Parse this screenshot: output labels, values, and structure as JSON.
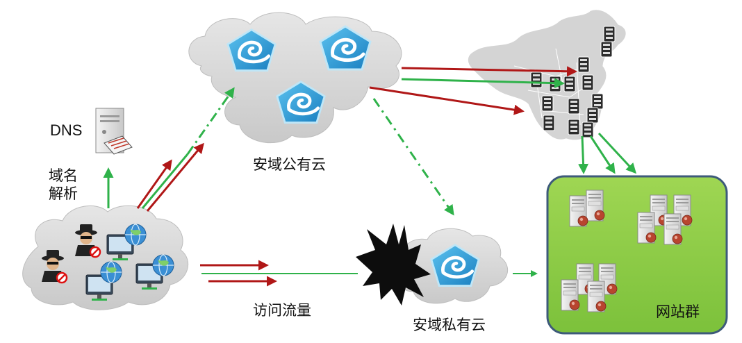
{
  "labels": {
    "dns": "DNS",
    "domain_resolution": "域名解析",
    "public_cloud": "安域公有云",
    "private_cloud": "安域私有云",
    "access_traffic": "访问流量",
    "website_cluster": "网站群"
  },
  "colors": {
    "green_arrow": "#2fb24a",
    "red_arrow": "#b01717",
    "cloud_fill": "#d9d9d9",
    "cloud_node_blue": "#2a9fd8",
    "website_panel": "#8fcc4a",
    "website_panel_border": "#3d5a7a",
    "map_fill": "#cfcfcf"
  },
  "icons": [
    "cloud-node-icon",
    "dns-server-icon",
    "hacker-icon",
    "computer-icon",
    "globe-icon",
    "server-icon",
    "explosion-icon",
    "china-map-icon"
  ]
}
